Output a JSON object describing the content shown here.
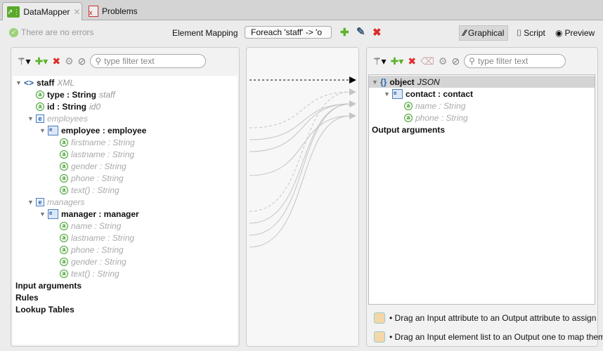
{
  "tabs": [
    {
      "label": "DataMapper",
      "icon": "datamapper-icon",
      "active": true
    },
    {
      "label": "Problems",
      "icon": "problems-icon"
    }
  ],
  "status": {
    "text": "There are no errors"
  },
  "mapping": {
    "label": "Element Mapping",
    "selected": "Foreach 'staff' -> 'o"
  },
  "modes": [
    {
      "label": "Graphical",
      "active": true
    },
    {
      "label": "Script"
    },
    {
      "label": "Preview"
    }
  ],
  "left": {
    "search_placeholder": "type filter text",
    "rows": [
      {
        "label": "staff",
        "suffix": "XML",
        "kind": "root",
        "indent": 0,
        "bold": true
      },
      {
        "label": "type : String",
        "suffix": "staff",
        "kind": "a",
        "indent": 1,
        "bold": true
      },
      {
        "label": "id : String",
        "suffix": "id0",
        "kind": "a",
        "indent": 1,
        "bold": true
      },
      {
        "label": "employees",
        "kind": "e",
        "indent": 1,
        "italic": true
      },
      {
        "label": "employee : employee",
        "kind": "el",
        "indent": 2,
        "bold": true
      },
      {
        "label": "firstname : String",
        "kind": "a",
        "indent": 3,
        "italic": true
      },
      {
        "label": "lastname : String",
        "kind": "a",
        "indent": 3,
        "italic": true
      },
      {
        "label": "gender : String",
        "kind": "a",
        "indent": 3,
        "italic": true
      },
      {
        "label": "phone : String",
        "kind": "a",
        "indent": 3,
        "italic": true
      },
      {
        "label": "text() : String",
        "kind": "a",
        "indent": 3,
        "italic": true
      },
      {
        "label": "managers",
        "kind": "e",
        "indent": 1,
        "italic": true
      },
      {
        "label": "manager : manager",
        "kind": "el",
        "indent": 2,
        "bold": true
      },
      {
        "label": "name : String",
        "kind": "a",
        "indent": 3,
        "italic": true
      },
      {
        "label": "lastname : String",
        "kind": "a",
        "indent": 3,
        "italic": true
      },
      {
        "label": "phone : String",
        "kind": "a",
        "indent": 3,
        "italic": true
      },
      {
        "label": "gender : String",
        "kind": "a",
        "indent": 3,
        "italic": true
      },
      {
        "label": "text() : String",
        "kind": "a",
        "indent": 3,
        "italic": true
      },
      {
        "label": "Input arguments",
        "kind": "plain",
        "indent": 0,
        "bold": true
      },
      {
        "label": "Rules",
        "kind": "plain",
        "indent": 0,
        "bold": true
      },
      {
        "label": "Lookup Tables",
        "kind": "plain",
        "indent": 0,
        "bold": true
      }
    ]
  },
  "right": {
    "search_placeholder": "type filter text",
    "rows": [
      {
        "label": "object",
        "suffix": "JSON",
        "kind": "obj",
        "indent": 0,
        "bold": true
      },
      {
        "label": "contact : contact",
        "kind": "el",
        "indent": 1,
        "bold": true
      },
      {
        "label": "name : String",
        "kind": "a",
        "indent": 2,
        "italic": true
      },
      {
        "label": "phone : String",
        "kind": "a",
        "indent": 2,
        "italic": true
      },
      {
        "label": "Output arguments",
        "kind": "plain",
        "indent": 0,
        "bold": true
      }
    ],
    "hints": [
      "• Drag an Input attribute to an Output attribute to assign",
      "• Drag an Input element list to an Output one to map them"
    ]
  }
}
